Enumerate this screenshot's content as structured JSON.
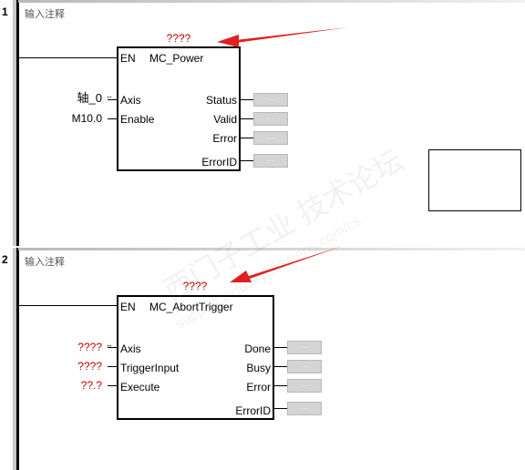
{
  "networks": [
    {
      "number": "1",
      "comment": "输入注释",
      "instance": "????",
      "block": {
        "en": "EN",
        "name": "MC_Power"
      },
      "inputs": [
        {
          "param": "轴_0",
          "pin": "Axis"
        },
        {
          "param": "M10.0",
          "pin": "Enable"
        }
      ],
      "outputs": [
        {
          "pin": "Status",
          "value": "···"
        },
        {
          "pin": "Valid",
          "value": "···"
        },
        {
          "pin": "Error",
          "value": "···"
        },
        {
          "pin": "ErrorID",
          "value": "···"
        }
      ]
    },
    {
      "number": "2",
      "comment": "输入注释",
      "instance": "????",
      "block": {
        "en": "EN",
        "name": "MC_AbortTrigger"
      },
      "inputs": [
        {
          "param": "????",
          "pin": "Axis"
        },
        {
          "param": "????",
          "pin": "TriggerInput"
        },
        {
          "param": "??.?",
          "pin": "Execute"
        }
      ],
      "outputs": [
        {
          "pin": "Done",
          "value": "···"
        },
        {
          "pin": "Busy",
          "value": "···"
        },
        {
          "pin": "Error",
          "value": "···"
        },
        {
          "pin": "ErrorID",
          "value": "···"
        }
      ]
    }
  ],
  "watermark": {
    "line1": "西门子工业 技术论坛",
    "line2": "support.industry.siemens.com/cs"
  },
  "colors": {
    "arrow": "#e02020",
    "unassigned": "#c00000",
    "output_box": "#d4d4d4"
  }
}
